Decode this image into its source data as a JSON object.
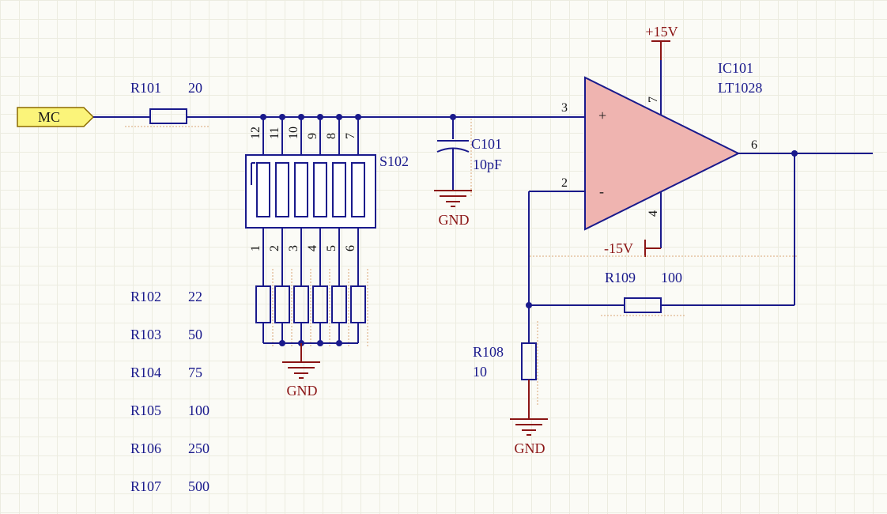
{
  "net_label": "MC",
  "components": {
    "r101": {
      "ref": "R101",
      "value": "20"
    },
    "r102": {
      "ref": "R102",
      "value": "22"
    },
    "r103": {
      "ref": "R103",
      "value": "50"
    },
    "r104": {
      "ref": "R104",
      "value": "75"
    },
    "r105": {
      "ref": "R105",
      "value": "100"
    },
    "r106": {
      "ref": "R106",
      "value": "250"
    },
    "r107": {
      "ref": "R107",
      "value": "500"
    },
    "r108": {
      "ref": "R108",
      "value": "10"
    },
    "r109": {
      "ref": "R109",
      "value": "100"
    },
    "c101": {
      "ref": "C101",
      "value": "10pF"
    },
    "s102": {
      "ref": "S102"
    },
    "ic101": {
      "ref": "IC101",
      "value": "LT1028"
    }
  },
  "power": {
    "pos": "+15V",
    "neg": "-15V",
    "gnd": "GND"
  },
  "opamp": {
    "plus_sign": "+",
    "minus_sign": "-",
    "pin_noninv": "3",
    "pin_inv": "2",
    "pin_out": "6",
    "pin_vpos": "7",
    "pin_vneg": "4"
  },
  "switch_pins": {
    "top": [
      "12",
      "11",
      "10",
      "9",
      "8",
      "7"
    ],
    "bottom": [
      "1",
      "2",
      "3",
      "4",
      "5",
      "6"
    ]
  },
  "colors": {
    "wire": "#1a1a8c",
    "power": "#8b1515",
    "opamp_fill": "#efb4b0",
    "port_fill": "#fbf47a"
  }
}
